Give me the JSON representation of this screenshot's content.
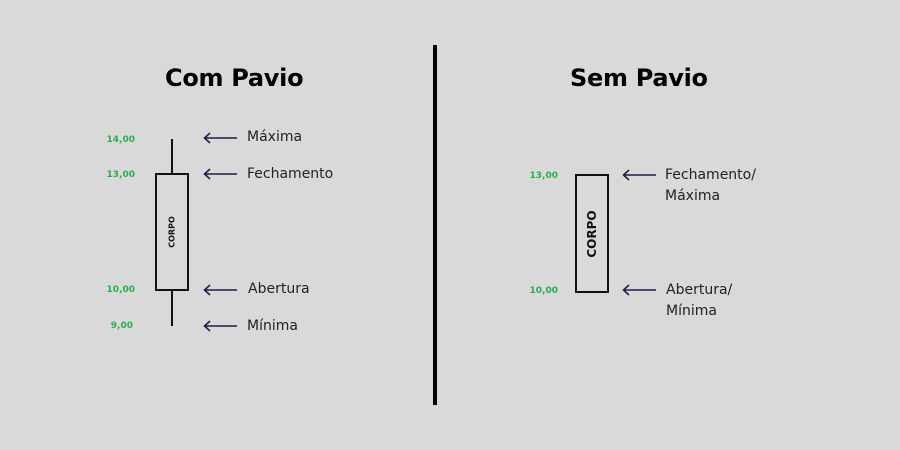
{
  "colors": {
    "background": "#d9d9d9",
    "price": "#22b14c",
    "arrow": "#1f1f4f",
    "line": "#111111"
  },
  "left": {
    "title": "Com Pavio",
    "body_label": "CORPO",
    "levels": [
      {
        "price": "14,00",
        "label": "Máxima"
      },
      {
        "price": "13,00",
        "label": "Fechamento"
      },
      {
        "price": "10,00",
        "label": "Abertura"
      },
      {
        "price": "9,00",
        "label": "Mínima"
      }
    ]
  },
  "right": {
    "title": "Sem Pavio",
    "body_label": "CORPO",
    "levels": [
      {
        "price": "13,00",
        "label_line1": "Fechamento/",
        "label_line2": "Máxima"
      },
      {
        "price": "10,00",
        "label_line1": "Abertura/",
        "label_line2": "Mínima"
      }
    ]
  }
}
